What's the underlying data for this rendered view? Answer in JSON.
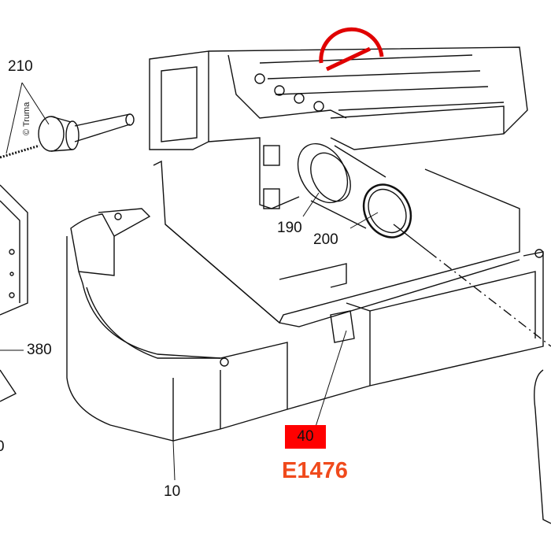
{
  "diagram": {
    "callouts": [
      "210",
      "190",
      "200",
      "380",
      "10",
      "0"
    ],
    "highlighted_part": "40",
    "drawing_code": "E1476",
    "copyright": "© Truma",
    "colors": {
      "highlight": "#ff0000",
      "code": "#f04a1c",
      "line": "#111111"
    }
  }
}
